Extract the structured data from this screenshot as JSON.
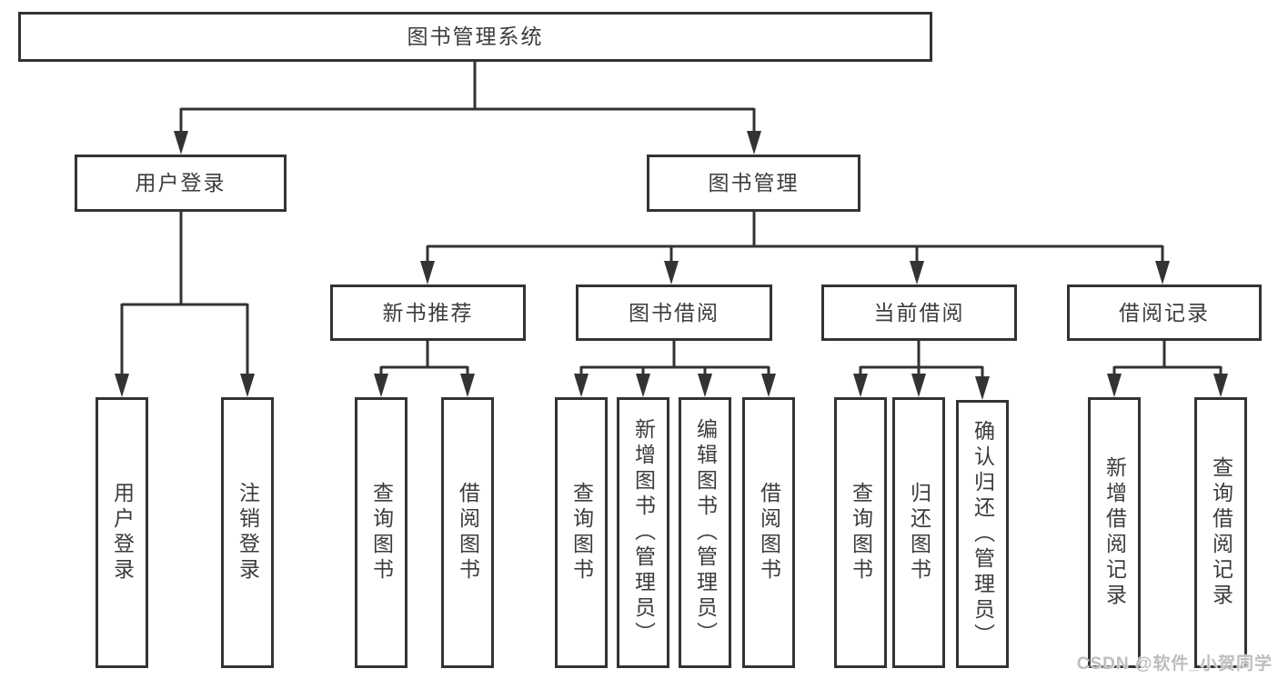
{
  "diagram": {
    "root": {
      "label": "图书管理系统"
    },
    "branches": [
      {
        "label": "用户登录",
        "children": [
          {
            "label": "用户登录"
          },
          {
            "label": "注销登录"
          }
        ]
      },
      {
        "label": "图书管理",
        "children": [
          {
            "label": "新书推荐",
            "children": [
              {
                "label": "查询图书"
              },
              {
                "label": "借阅图书"
              }
            ]
          },
          {
            "label": "图书借阅",
            "children": [
              {
                "label": "查询图书"
              },
              {
                "label": "新增图书（管理员）"
              },
              {
                "label": "编辑图书（管理员）"
              },
              {
                "label": "借阅图书"
              }
            ]
          },
          {
            "label": "当前借阅",
            "children": [
              {
                "label": "查询图书"
              },
              {
                "label": "归还图书"
              },
              {
                "label": "确认归还（管理员）"
              }
            ]
          },
          {
            "label": "借阅记录",
            "children": [
              {
                "label": "新增借阅记录"
              },
              {
                "label": "查询借阅记录"
              }
            ]
          }
        ]
      }
    ]
  },
  "watermark": "CSDN @软件_小贺同学",
  "colors": {
    "line": "#333333",
    "text": "#3c3c3c",
    "background": "#ffffff",
    "watermark": "#bdbdbd"
  }
}
